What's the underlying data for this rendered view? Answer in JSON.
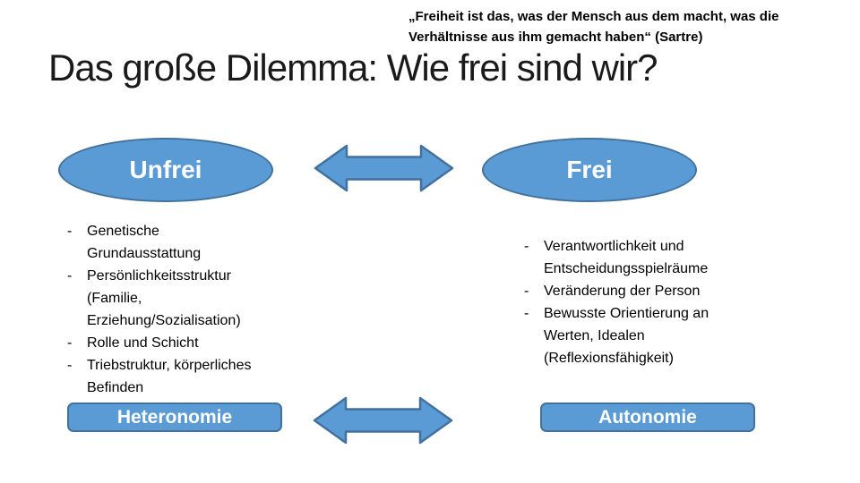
{
  "slide": {
    "quote": "„Freiheit ist das, was der Mensch aus dem macht, was die Verhältnisse aus ihm gemacht haben“ (Sartre)",
    "title": "Das große Dilemma: Wie frei sind wir?"
  },
  "bullet_char": "-",
  "left_panel": {
    "heading": "Unfrei",
    "items": [
      "Genetische Grundausstattung",
      "Persönlichkeitsstruktur (Familie, Erziehung/Sozialisation)",
      "Rolle und Schicht",
      "Triebstruktur, körperliches Befinden"
    ],
    "footer": "Heteronomie"
  },
  "right_panel": {
    "heading": "Frei",
    "items": [
      "Verantwortlichkeit und Entscheidungsspielräume",
      "Veränderung der Person",
      "Bewusste Orientierung an Werten, Idealen (Reflexionsfähigkeit)"
    ],
    "footer": "Autonomie"
  },
  "colors": {
    "shape_fill": "#5B9BD5",
    "shape_border": "#41719C",
    "shape_text": "#FFFFFF",
    "body_text": "#000000"
  }
}
